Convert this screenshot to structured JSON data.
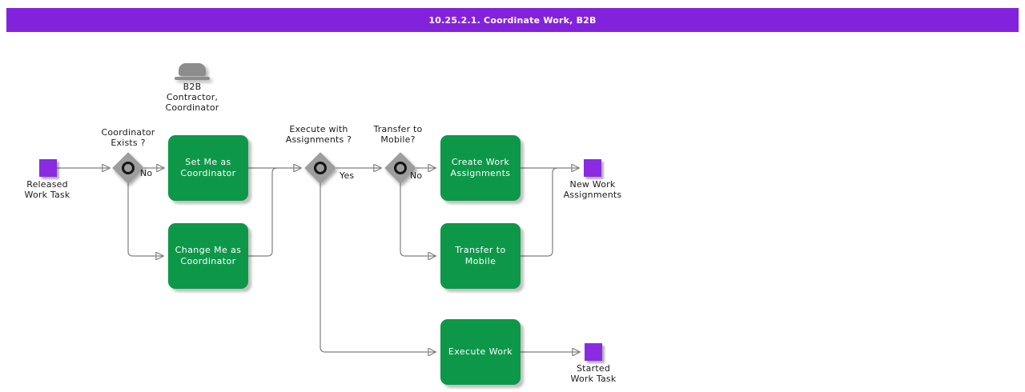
{
  "title": "10.25.2.1. Coordinate Work, B2B",
  "colors": {
    "title_bar": "#8322DC",
    "task_green": "#0D9849",
    "event_purple": "#8A2BE2",
    "gateway_gray": "#9D9D9D",
    "connector_gray": "#7f7f7f"
  },
  "actor": {
    "icon": "bowler-hat-icon",
    "label": "B2B\nContractor,\nCoordinator"
  },
  "events": {
    "released": {
      "label": "Released\nWork Task"
    },
    "new_work": {
      "label": "New Work\nAssignments"
    },
    "started": {
      "label": "Started\nWork Task"
    }
  },
  "gateways": {
    "coordinator_exists": {
      "label": "Coordinator\nExists ?",
      "branch_label": "No"
    },
    "execute_with_assignments": {
      "label": "Execute with\nAssignments ?",
      "branch_label": "Yes"
    },
    "transfer_to_mobile": {
      "label": "Transfer to\nMobile?",
      "branch_label": "No"
    }
  },
  "tasks": {
    "set_me": {
      "label": "Set Me as\nCoordinator"
    },
    "change_me": {
      "label": "Change Me as\nCoordinator"
    },
    "create_work": {
      "label": "Create Work\nAssignments"
    },
    "transfer_mobile": {
      "label": "Transfer to\nMobile"
    },
    "execute_work": {
      "label": "Execute Work"
    }
  }
}
